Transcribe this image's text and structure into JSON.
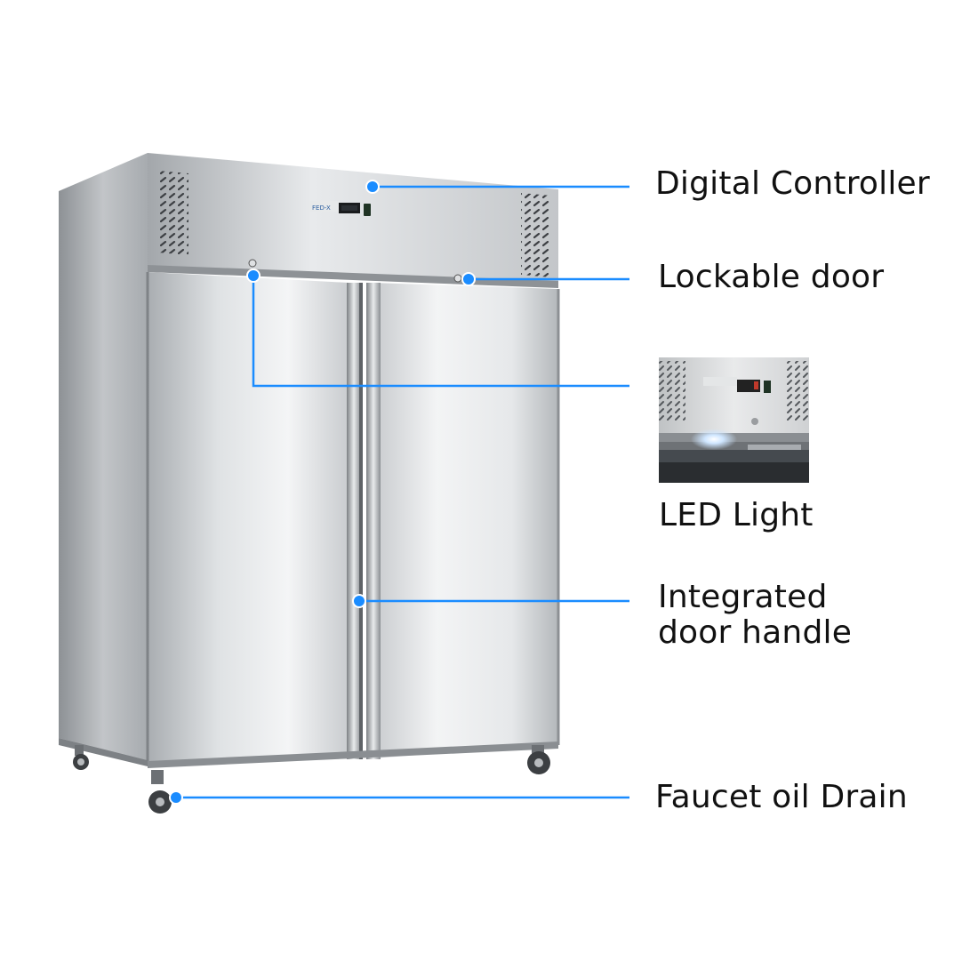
{
  "fridge": {
    "brand_text": "FED-X"
  },
  "callouts": {
    "digital_controller": "Digital Controller",
    "lockable_door": "Lockable door",
    "led_light": "LED Light",
    "integrated_handle_line1": "Integrated",
    "integrated_handle_line2": "door handle",
    "faucet_drain": "Faucet oil Drain"
  },
  "colors": {
    "leader_line": "#1a8cff",
    "dot": "#1a8cff",
    "steel_light": "#f1f3f4",
    "steel_dark": "#9ea2a6"
  },
  "icons": [
    "vent-grille-icon",
    "caster-wheel-icon",
    "lock-icon"
  ]
}
